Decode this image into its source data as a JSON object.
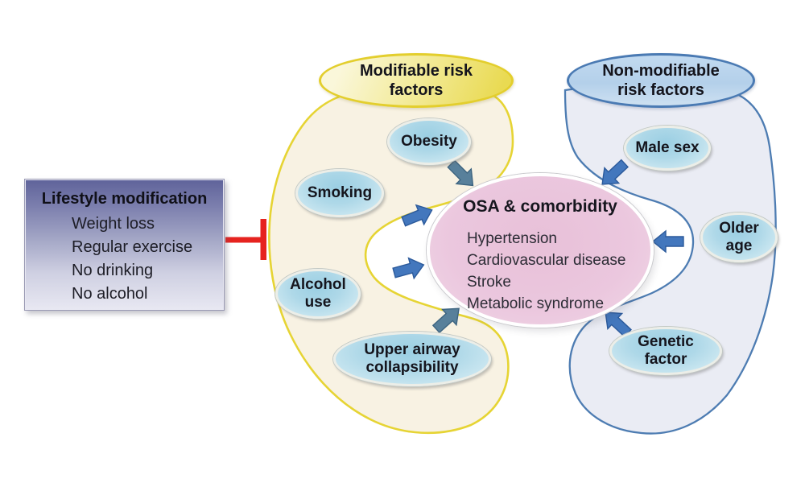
{
  "diagram": {
    "lifestyle": {
      "title": "Lifestyle modification",
      "items": [
        "Weight loss",
        "Regular exercise",
        "No drinking",
        "No alcohol"
      ]
    },
    "modifiable": {
      "title": "Modifiable risk factors",
      "factors": [
        "Obesity",
        "Smoking",
        "Alcohol use",
        "Upper airway collapsibility"
      ]
    },
    "nonmodifiable": {
      "title": "Non-modifiable risk factors",
      "factors": [
        "Male sex",
        "Older age",
        "Genetic factor"
      ]
    },
    "center": {
      "title": "OSA & comorbidity",
      "comorbidities": [
        "Hypertension",
        "Cardiovascular disease",
        "Stroke",
        "Metabolic syndrome"
      ]
    },
    "colors": {
      "modifiable_blob_fill": "#f8f2e3",
      "modifiable_blob_border": "#e6d434",
      "nonmodifiable_blob_fill": "#eaecf4",
      "nonmodifiable_blob_border": "#4d7cb2",
      "center_fill": "#ebc7de",
      "factor_fill": "#aed8e8",
      "arrow_blue": "#4377bd",
      "arrow_teal": "#58809b",
      "inhibitor_red": "#e6231f"
    }
  }
}
